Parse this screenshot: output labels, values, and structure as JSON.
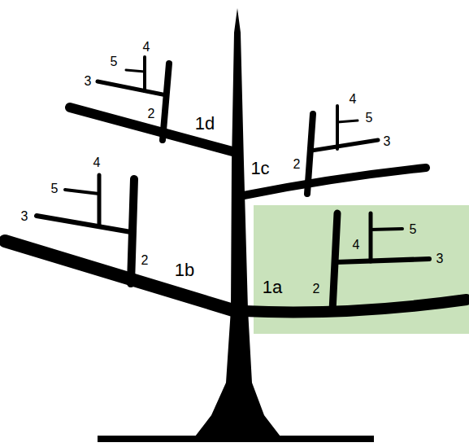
{
  "diagram": {
    "labels": [
      "4",
      "5",
      "3",
      "2",
      "1d",
      "4",
      "5",
      "3",
      "2",
      "1c",
      "4",
      "5",
      "3",
      "2",
      "1b",
      "4",
      "5",
      "3",
      "2",
      "1a"
    ]
  }
}
